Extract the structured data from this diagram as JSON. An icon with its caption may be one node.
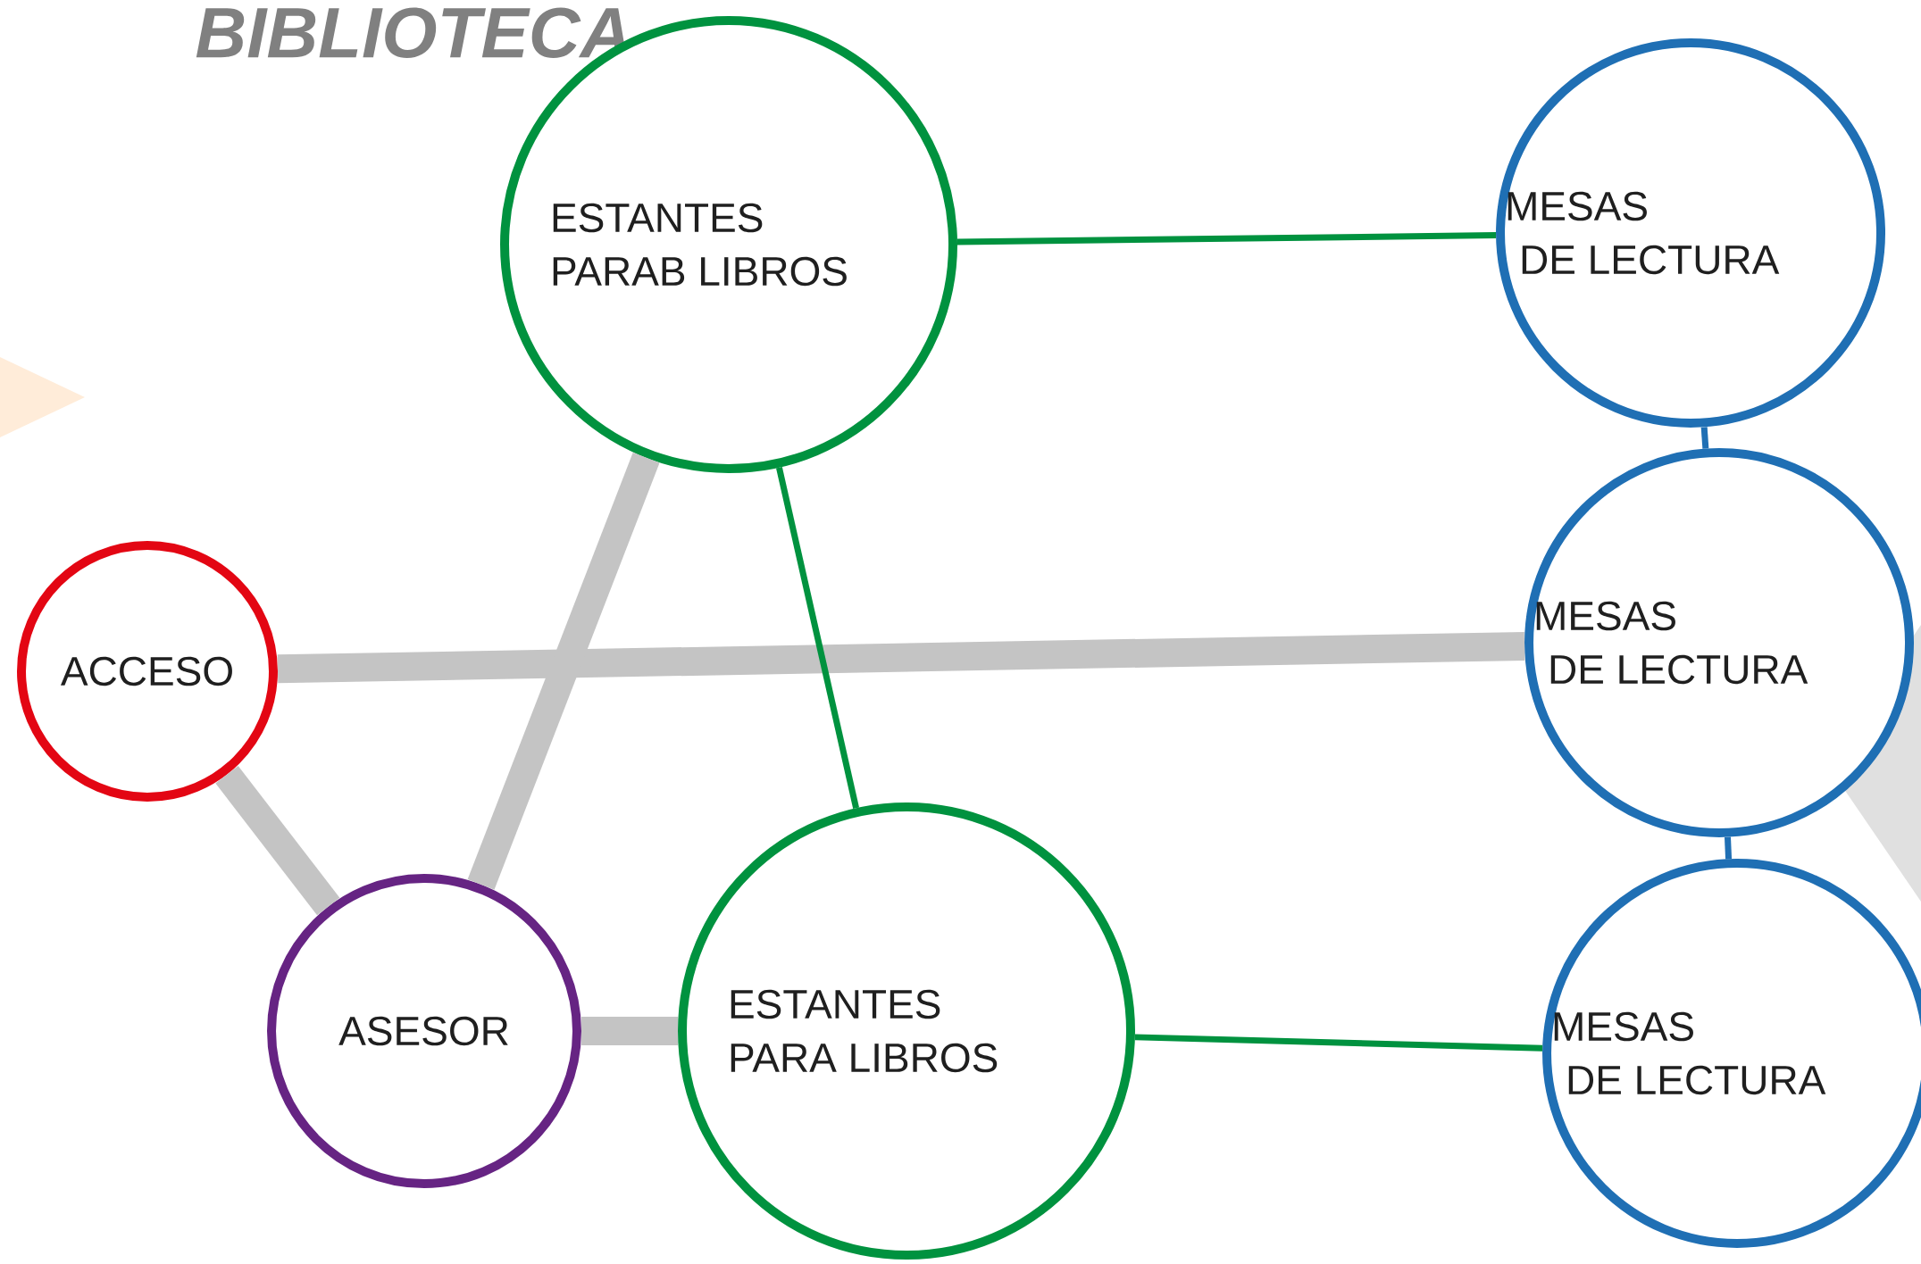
{
  "diagram": {
    "title": "BIBLIOTECA",
    "nodes": [
      {
        "text": [
          "ESTANTES PARAB LIBROS"
        ]
      },
      {
        "text": [
          "MESAS DE LECTURA"
        ]
      },
      {
        "text": [
          "ACCESO"
        ]
      },
      {
        "text": [
          "MESAS DE LECTURA"
        ]
      },
      {
        "text": [
          "ASESOR"
        ]
      },
      {
        "text": [
          "ESTANTES PARA LIBROS"
        ]
      },
      {
        "text": [
          "MESAS DE LECTURA"
        ]
      }
    ],
    "edges": [
      {
        "from": 0,
        "to": 1,
        "arrow": "none",
        "color": "#00923f"
      },
      {
        "from": 0,
        "to": 5,
        "arrow": "none",
        "color": "#00923f"
      },
      {
        "from": 5,
        "to": 6,
        "arrow": "none",
        "color": "#00923f"
      },
      {
        "from": 1,
        "to": 3,
        "arrow": "none",
        "color": "#1f6fb4"
      },
      {
        "from": 3,
        "to": 6,
        "arrow": "none",
        "color": "#1f6fb4"
      },
      {
        "from": 2,
        "to": 3,
        "arrow": "none",
        "style": "thick",
        "color": "#c4c4c4"
      },
      {
        "from": 2,
        "to": 4,
        "arrow": "none",
        "style": "thick",
        "color": "#c4c4c4"
      },
      {
        "from": 4,
        "to": 0,
        "arrow": "none",
        "style": "thick",
        "color": "#c4c4c4"
      },
      {
        "from": 4,
        "to": 5,
        "arrow": "none",
        "style": "thick",
        "color": "#c4c4c4"
      }
    ]
  }
}
